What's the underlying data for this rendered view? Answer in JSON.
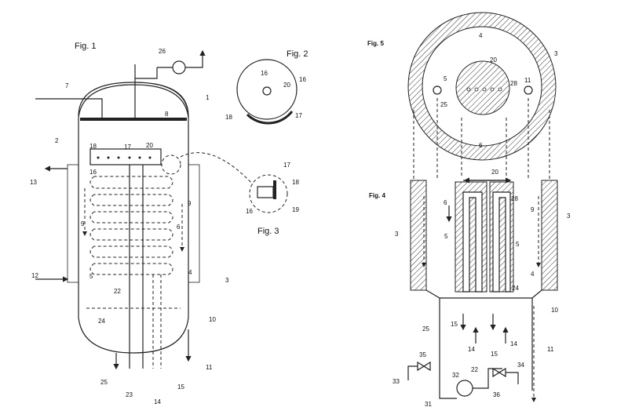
{
  "figures": {
    "fig1": "Fig. 1",
    "fig2": "Fig. 2",
    "fig3": "Fig. 3",
    "fig4": "Fig. 4",
    "fig5": "Fig. 5"
  },
  "fig1_labels": {
    "l26": "26",
    "l7": "7",
    "l1": "1",
    "l8": "8",
    "l2": "2",
    "l18": "18",
    "l17": "17",
    "l20": "20",
    "l16": "16",
    "l13": "13",
    "l9a": "9",
    "l9b": "9",
    "l6": "6",
    "l12": "12",
    "l5": "5",
    "l4": "4",
    "l3": "3",
    "l22": "22",
    "l24": "24",
    "l10": "10",
    "l25": "25",
    "l23": "23",
    "l14": "14",
    "l15": "15",
    "l11": "11"
  },
  "fig2_labels": {
    "l16a": "16",
    "l20": "20",
    "l16b": "16",
    "l18": "18",
    "l17": "17"
  },
  "fig3_labels": {
    "l17": "17",
    "l18": "18",
    "l16": "16",
    "l19": "19"
  },
  "fig5_labels": {
    "l4": "4",
    "l3": "3",
    "l20": "20",
    "l5": "5",
    "l28": "28",
    "l11": "11",
    "l25": "25",
    "l6": "6"
  },
  "fig4_labels": {
    "l20": "20",
    "l28": "28",
    "l6": "6",
    "l9": "9",
    "l3a": "3",
    "l3b": "3",
    "l5a": "5",
    "l5b": "5",
    "l4": "4",
    "l24": "24",
    "l10": "10",
    "l25": "25",
    "l15a": "15",
    "l14a": "14",
    "l15b": "15",
    "l14b": "14",
    "l11": "11",
    "l35": "35",
    "l33": "33",
    "l32": "32",
    "l22": "22",
    "l34": "34",
    "l31": "31",
    "l36": "36"
  }
}
